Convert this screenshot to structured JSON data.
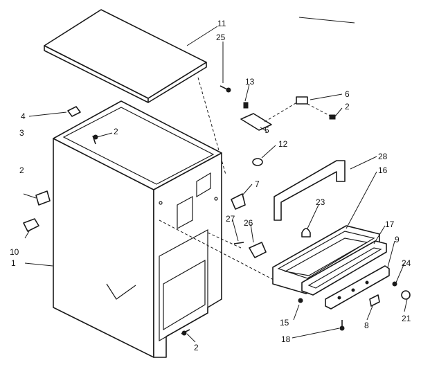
{
  "callouts": {
    "c11": "11",
    "c25": "25",
    "c13": "13",
    "c6": "6",
    "c2_topright": "2",
    "c5": "5",
    "c12": "12",
    "c4": "4",
    "c3": "3",
    "c2_inner": "2",
    "c28": "28",
    "c16": "16",
    "c2_left": "2",
    "c7": "7",
    "c23": "23",
    "c27": "27",
    "c26": "26",
    "c17": "17",
    "c10": "10",
    "c9": "9",
    "c1": "1",
    "c24": "24",
    "c21": "21",
    "c15": "15",
    "c8": "8",
    "c18": "18",
    "c2_bottom": "2"
  }
}
